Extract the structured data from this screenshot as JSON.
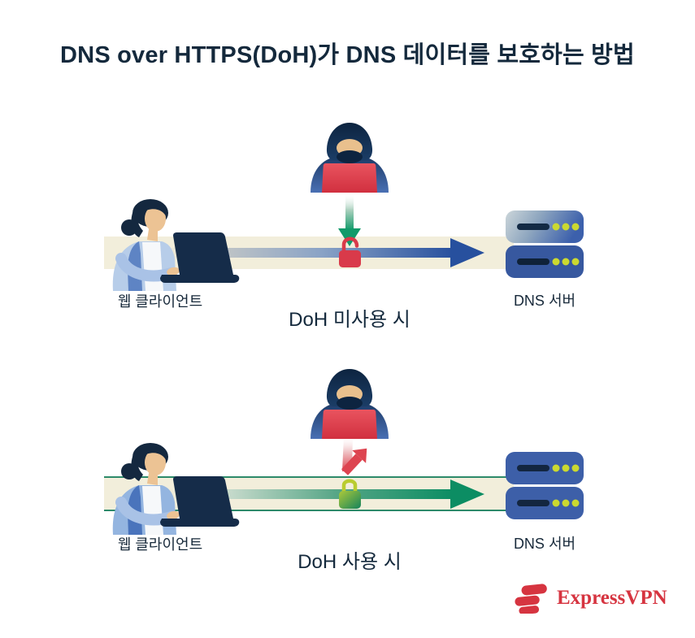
{
  "title": "DNS over HTTPS(DoH)가 DNS 데이터를 보호하는 방법",
  "sections": [
    {
      "caption": "DoH 미사용 시",
      "client_label": "웹 클라이언트",
      "server_label": "DNS 서버"
    },
    {
      "caption": "DoH 사용 시",
      "client_label": "웹 클라이언트",
      "server_label": "DNS 서버"
    }
  ],
  "footer": {
    "brand": "ExpressVPN"
  },
  "icons": {
    "attacker": "hooded-hacker-with-laptop-icon",
    "attack_arrow": "green-down-arrow-icon",
    "deflected_arrow": "red-deflected-arrow-icon",
    "unlocked": "red-open-padlock-icon",
    "locked": "green-locked-padlock-icon",
    "client": "woman-at-laptop-illustration",
    "server": "server-stack-icon",
    "brand_mark": "expressvpn-logo-icon"
  },
  "colors": {
    "background": "#ffffff",
    "text_navy": "#14293c",
    "beam_cream": "#f2eedb",
    "arrow_blue": "#27509e",
    "arrow_green": "#0c8d63",
    "beam_border_green": "#2d8a6a",
    "lock_red": "#d93a4a",
    "lock_green": "#15835c",
    "server_blue": "#3d5fa8",
    "server_dot_yellow": "#cbd930",
    "brand_red": "#d63440"
  }
}
